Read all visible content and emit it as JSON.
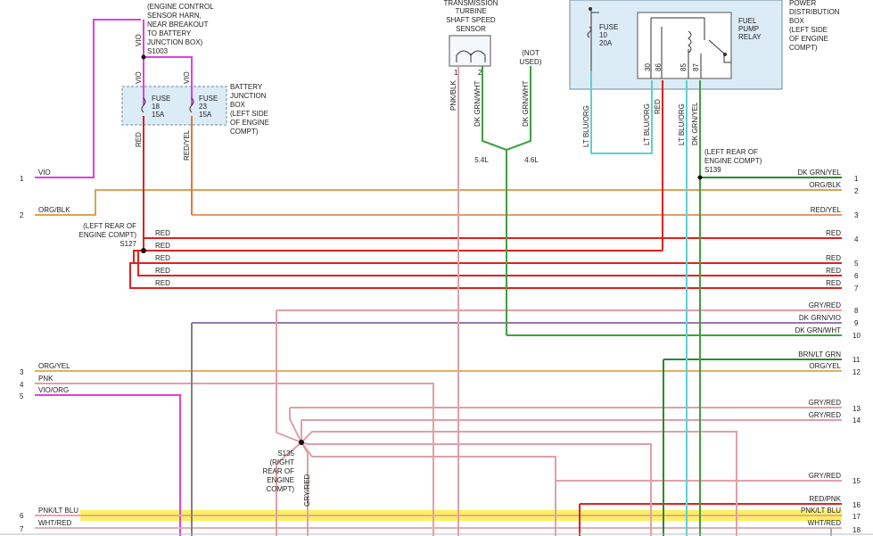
{
  "labels": {
    "sensor_harn": [
      "(ENGINE CONTROL",
      "SENSOR HARN,",
      "NEAR BREAKOUT",
      "TO BATTERY",
      "JUNCTION BOX)",
      "S1003"
    ],
    "trans_sensor": [
      "TRANSMISSION",
      "TURBINE",
      "SHAFT SPEED",
      "SENSOR"
    ],
    "not_used": [
      "(NOT",
      "USED)"
    ],
    "pdb": [
      "POWER",
      "DISTRIBUTION",
      "BOX",
      "(LEFT SIDE",
      "OF ENGINE",
      "COMPT)"
    ],
    "bjb": [
      "BATTERY",
      "JUNCTION",
      "BOX",
      "(LEFT SIDE",
      "OF ENGINE",
      "COMPT)"
    ],
    "s139": [
      "(LEFT REAR OF",
      "ENGINE COMPT)",
      "S139"
    ],
    "s127": [
      "(LEFT REAR OF",
      "ENGINE COMPT)",
      "S127"
    ],
    "s135": [
      "S135",
      "(RIGHT",
      "REAR OF",
      "ENGINE",
      "COMPT)"
    ],
    "fuse18": [
      "FUSE",
      "18",
      "15A"
    ],
    "fuse23": [
      "FUSE",
      "23",
      "15A"
    ],
    "fuse10": [
      "FUSE",
      "10",
      "20A"
    ],
    "fuel_relay": [
      "FUEL",
      "PUMP",
      "RELAY"
    ],
    "relay_pins": [
      "30",
      "86",
      "85",
      "87"
    ],
    "engine_54": "5.4L",
    "engine_46": "4.6L"
  },
  "vertical_wires": {
    "vio_top": "VIO",
    "vio_a": "VIO",
    "vio_b": "VIO",
    "red_a": "RED",
    "redyel_a": "RED/YEL",
    "pnkblk": "PNK/BLK",
    "dkgrnwht_a": "DK GRN/WHT",
    "dkgrnwht_b": "DK GRN/WHT",
    "ltbluorg_a": "LT BLU/ORG",
    "ltbluorg_b": "LT BLU/ORG",
    "red_b": "RED",
    "ltbluorg_c": "LT BLU/ORG",
    "dkgrnyel": "DK GRN/YEL",
    "gryred_v": "GRY/RED",
    "sensor_pins": [
      "1",
      "2"
    ]
  },
  "left_pins": [
    {
      "n": "1",
      "wire": "VIO"
    },
    {
      "n": "2",
      "wire": "ORG/BLK"
    },
    {
      "n": "3",
      "wire": "ORG/YEL"
    },
    {
      "n": "4",
      "wire": "PNK"
    },
    {
      "n": "5",
      "wire": "VIO/ORG"
    },
    {
      "n": "6",
      "wire": "PNK/LT BLU"
    },
    {
      "n": "7",
      "wire": "WHT/RED"
    }
  ],
  "splice_red_labels": [
    "RED",
    "RED",
    "RED",
    "RED",
    "RED"
  ],
  "right_pins": [
    {
      "n": "1",
      "wire": "DK GRN/YEL"
    },
    {
      "n": "2",
      "wire": "ORG/BLK"
    },
    {
      "n": "3",
      "wire": "RED/YEL"
    },
    {
      "n": "4",
      "wire": "RED"
    },
    {
      "n": "5",
      "wire": "RED"
    },
    {
      "n": "6",
      "wire": "RED"
    },
    {
      "n": "7",
      "wire": "RED"
    },
    {
      "n": "8",
      "wire": "GRY/RED"
    },
    {
      "n": "9",
      "wire": "DK GRN/VIO"
    },
    {
      "n": "10",
      "wire": "DK GRN/WHT"
    },
    {
      "n": "11",
      "wire": "BRN/LT GRN"
    },
    {
      "n": "12",
      "wire": "ORG/YEL"
    },
    {
      "n": "13",
      "wire": "GRY/RED"
    },
    {
      "n": "14",
      "wire": "GRY/RED"
    },
    {
      "n": "15",
      "wire": "GRY/RED"
    },
    {
      "n": "16",
      "wire": "RED/PNK"
    },
    {
      "n": "17",
      "wire": "PNK/LT BLU"
    },
    {
      "n": "18",
      "wire": "WHT/RED"
    }
  ],
  "colors": {
    "vio": "#e040e0",
    "org": "#e0a050",
    "red": "#e02020",
    "pink": "#e0a0a8",
    "gray": "#808080",
    "green": "#40a040",
    "dkgreen": "#2a8a2a",
    "cyan": "#60d0d0",
    "highlight": "#f8f040",
    "box_fill": "#dcecf6"
  }
}
